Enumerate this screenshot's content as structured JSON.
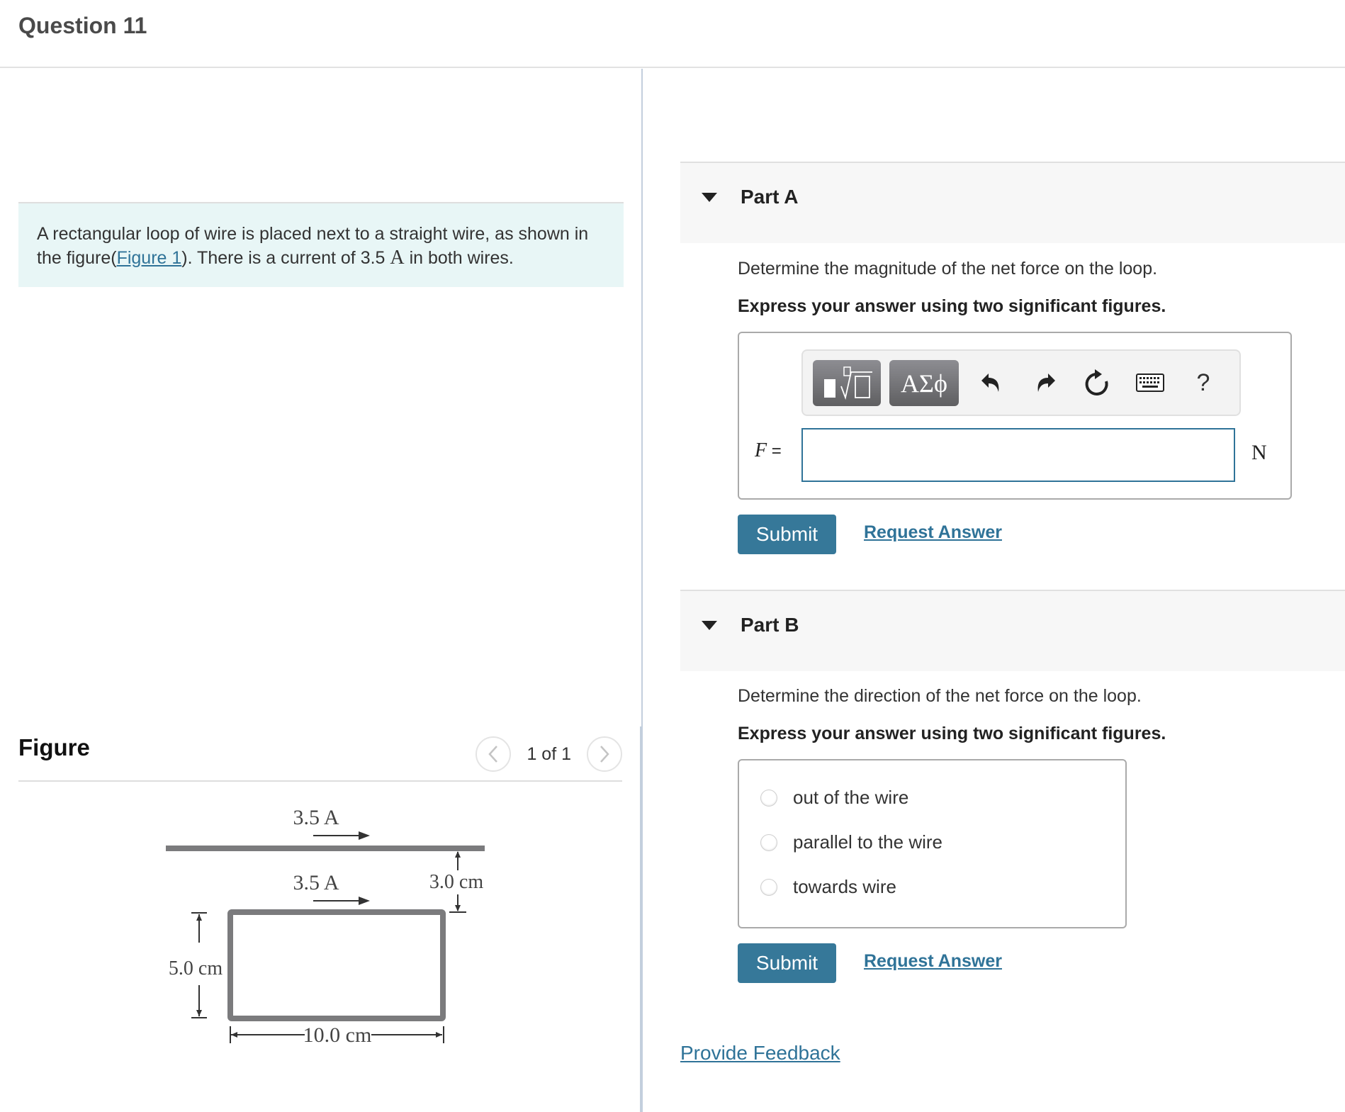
{
  "question": {
    "title": "Question 11"
  },
  "problem": {
    "text_before_link": "A rectangular loop of wire is placed next to a straight wire, as shown in the figure(",
    "link_text": "Figure 1",
    "text_after_link": "). There is a current of 3.5 ",
    "current_unit": "A",
    "text_end": " in both wires."
  },
  "figure": {
    "title": "Figure",
    "pager": "1 of 1",
    "prev_icon": "chevron-left-icon",
    "next_icon": "chevron-right-icon",
    "labels": {
      "wire_current": "3.5 A",
      "loop_current": "3.5 A",
      "gap": "3.0 cm",
      "height": "5.0 cm",
      "width": "10.0 cm"
    }
  },
  "part_a": {
    "title": "Part A",
    "prompt": "Determine the magnitude of the net force on the loop.",
    "instruction": "Express your answer using two significant figures.",
    "toolbar": {
      "templates_icon": "templates-icon",
      "symbols_label": "ΑΣϕ",
      "undo_icon": "undo-icon",
      "redo_icon": "redo-icon",
      "reset_icon": "reset-icon",
      "keyboard_icon": "keyboard-icon",
      "help_label": "?"
    },
    "variable": "F",
    "equals": " =",
    "answer_value": "",
    "unit": "N",
    "submit_label": "Submit",
    "request_label": "Request Answer"
  },
  "part_b": {
    "title": "Part B",
    "prompt": "Determine the direction of the net force on the loop.",
    "instruction": "Express your answer using two significant figures.",
    "options": [
      {
        "label": "out of the wire",
        "selected": false
      },
      {
        "label": "parallel to the wire",
        "selected": false
      },
      {
        "label": "towards wire",
        "selected": false
      }
    ],
    "submit_label": "Submit",
    "request_label": "Request Answer"
  },
  "footer": {
    "feedback_label": "Provide Feedback"
  },
  "colors": {
    "accent": "#367899",
    "link": "#2f7398",
    "problem_bg": "#e8f6f6",
    "part_header_bg": "#f7f7f7",
    "divider": "#c3cfdd"
  }
}
